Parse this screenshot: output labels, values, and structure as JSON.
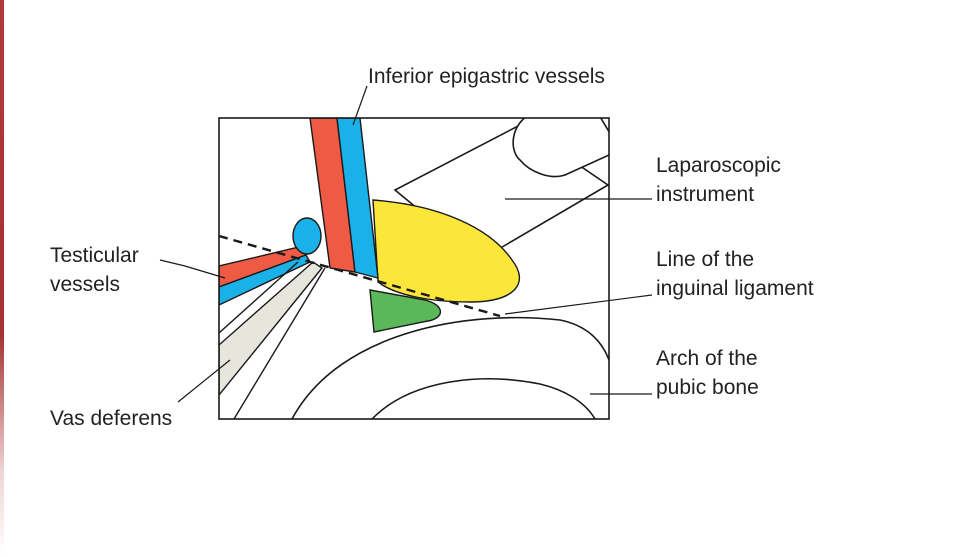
{
  "labels": {
    "inferior_epigastric": "Inferior epigastric vessels",
    "laparoscopic_line1": "Laparoscopic",
    "laparoscopic_line2": "instrument",
    "inguinal_line1": "Line of the",
    "inguinal_line2": "inguinal ligament",
    "pubic_line1": "Arch of the",
    "pubic_line2": "pubic bone",
    "testicular_line1": "Testicular",
    "testicular_line2": "vessels",
    "vas_deferens": "Vas deferens"
  },
  "colors": {
    "artery_red": "#ee5a43",
    "vein_blue": "#1ab0e8",
    "yellow_region": "#fce63a",
    "green_region": "#5ab85a",
    "vas_grey": "#e6e6dc",
    "outline": "#1a1a1a",
    "edge_band": "#b03a3a"
  }
}
